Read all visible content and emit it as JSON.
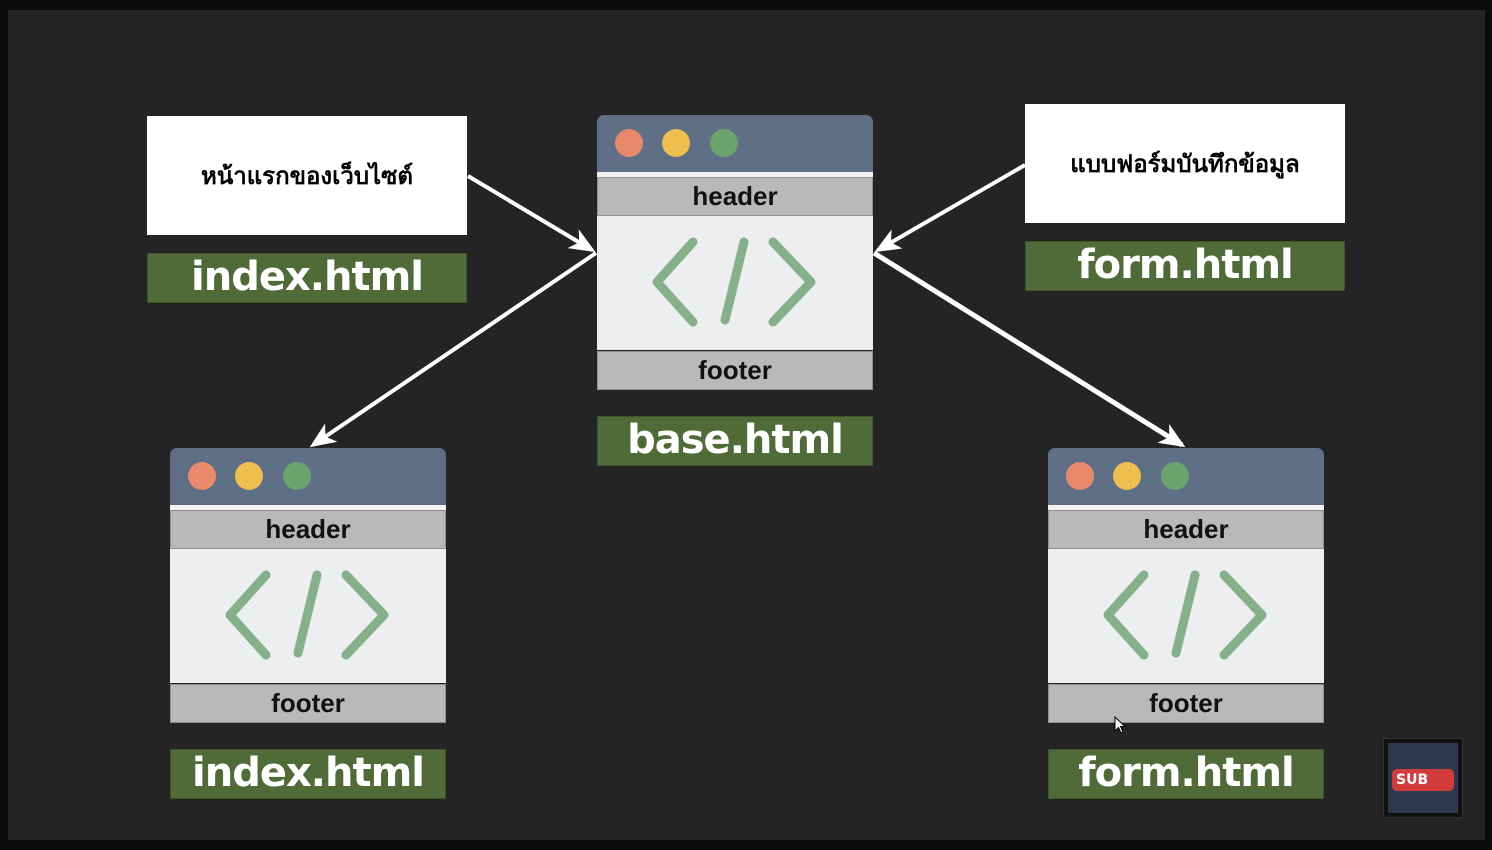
{
  "diagram": {
    "windows": {
      "base": {
        "header": "header",
        "footer": "footer",
        "label": "base.html"
      },
      "index": {
        "header": "header",
        "footer": "footer",
        "label": "index.html"
      },
      "form": {
        "header": "header",
        "footer": "footer",
        "label": "form.html"
      }
    },
    "top_left": {
      "note": "หน้าแรกของเว็บไซต์",
      "label": "index.html"
    },
    "top_right": {
      "note": "แบบฟอร์มบันทึกข้อมูล",
      "label": "form.html"
    }
  },
  "badge": {
    "text": "SUB"
  },
  "colors": {
    "background": "#242424",
    "titlebar": "#5f6f85",
    "label_green": "#4f6b38",
    "code_green": "#86b08a",
    "bar_gray": "#b9b9b9"
  }
}
